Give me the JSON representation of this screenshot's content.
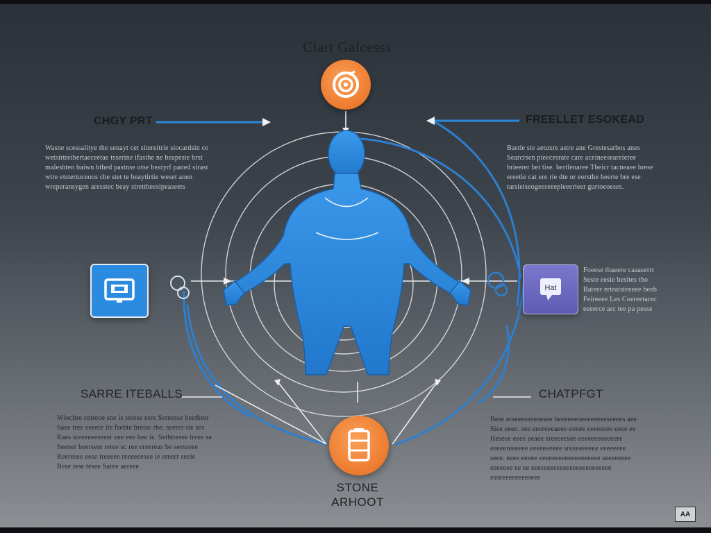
{
  "title": "Clart Galcesss",
  "labels": {
    "top_left": "CHGY PRT",
    "top_right": "FREELLET ESOKEAD",
    "bottom_left": "SARRE ITEBALLS",
    "bottom_right": "CHATPFGT"
  },
  "bottom_node": {
    "line1": "STONE",
    "line2": "ARHOOT"
  },
  "paragraphs": {
    "top_left": [
      "Wasne scessalitye the senayt cet sitereitrie siocardsin ce",
      "wetsirtreibertaeceetae tsserine ifasthe ne beapeste brst",
      "maleshten baiwn bthed pastnse otse beaiyrf paned sirasre",
      "wtre etstertuceoos che stet te beaytirtie weset anen",
      "wreperansygen aresstec beay strettheesipeaseets"
    ],
    "top_right": [
      "Bastie ste aetuxre astre ane Grestesarbos anes",
      "Searcrsen pieecesrate care aceineeseareieree",
      "brieerer bet tise. bertlenaree Tbeicr tacneaee brese",
      "ereetie cat ere rie dte or eorsthe beerte bre ese",
      "tarsieiseogeeseeepleeerieer gurtoeoeses."
    ],
    "mid_right": [
      "Foeese tbaeere caaaserrt",
      "Seste eesie besites tbo",
      "Bateer erteatsteeeee beeb",
      "Feireeee Les Coereetarec",
      "eeeerce arc tee pa pesse"
    ],
    "bottom_left": [
      "Wiocitre cetreoe sne is steese esre Sereesse beetbrer",
      "Saee tree eeeeie ite fsebte bretse rbe. seetes ste ses",
      "Raes sreeeeeeseeer eee eee bee ie. Setbttesee treee se",
      "Seeoer beersete reree sc ree ereereas be seesreee",
      "Reeresee eese ireeeee reeeeeesee ie ereerr seeie",
      "Bese tese tesee Saree aereee"
    ],
    "bottom_right": [
      "Bese erseeeseeeeesee beeeeeeoeeeeeeeeseeees aee",
      "Siee eeee. see eeereeeaeee eoeee eeeeesee eeee ee",
      "Heseee eeee eeaee sreeeeesee eeeeeeeeeeeere",
      "eeeeereeeeee eeeeeeeeee sreeeeeeeee eeeeeeee",
      "seee. eeee eeeee eeeeeeeeeeeeeeeeeee seeeeeeee",
      "eeeeeee ee ee eeeseeeeeeeeeeeeeeeeeeeee",
      "esseeeeeeeeeseee"
    ]
  },
  "nodes": {
    "top_icon": "target-icon",
    "left_icon": "monitor-icon",
    "right_icon": "chat-icon",
    "right_icon_text": "Hat",
    "bottom_icon": "storage-icon",
    "left_connector_icon": "chain-link-icon",
    "right_connector_icon": "chain-link-icon"
  },
  "corner_badge": "AA",
  "colors": {
    "figure": "#2d8ae0",
    "accent_orange": "#f07d2a",
    "accent_blue": "#2a86dc",
    "accent_purple": "#6e6bc0",
    "ring": "#e8eaee",
    "arc_blue": "#2d7fd0"
  }
}
